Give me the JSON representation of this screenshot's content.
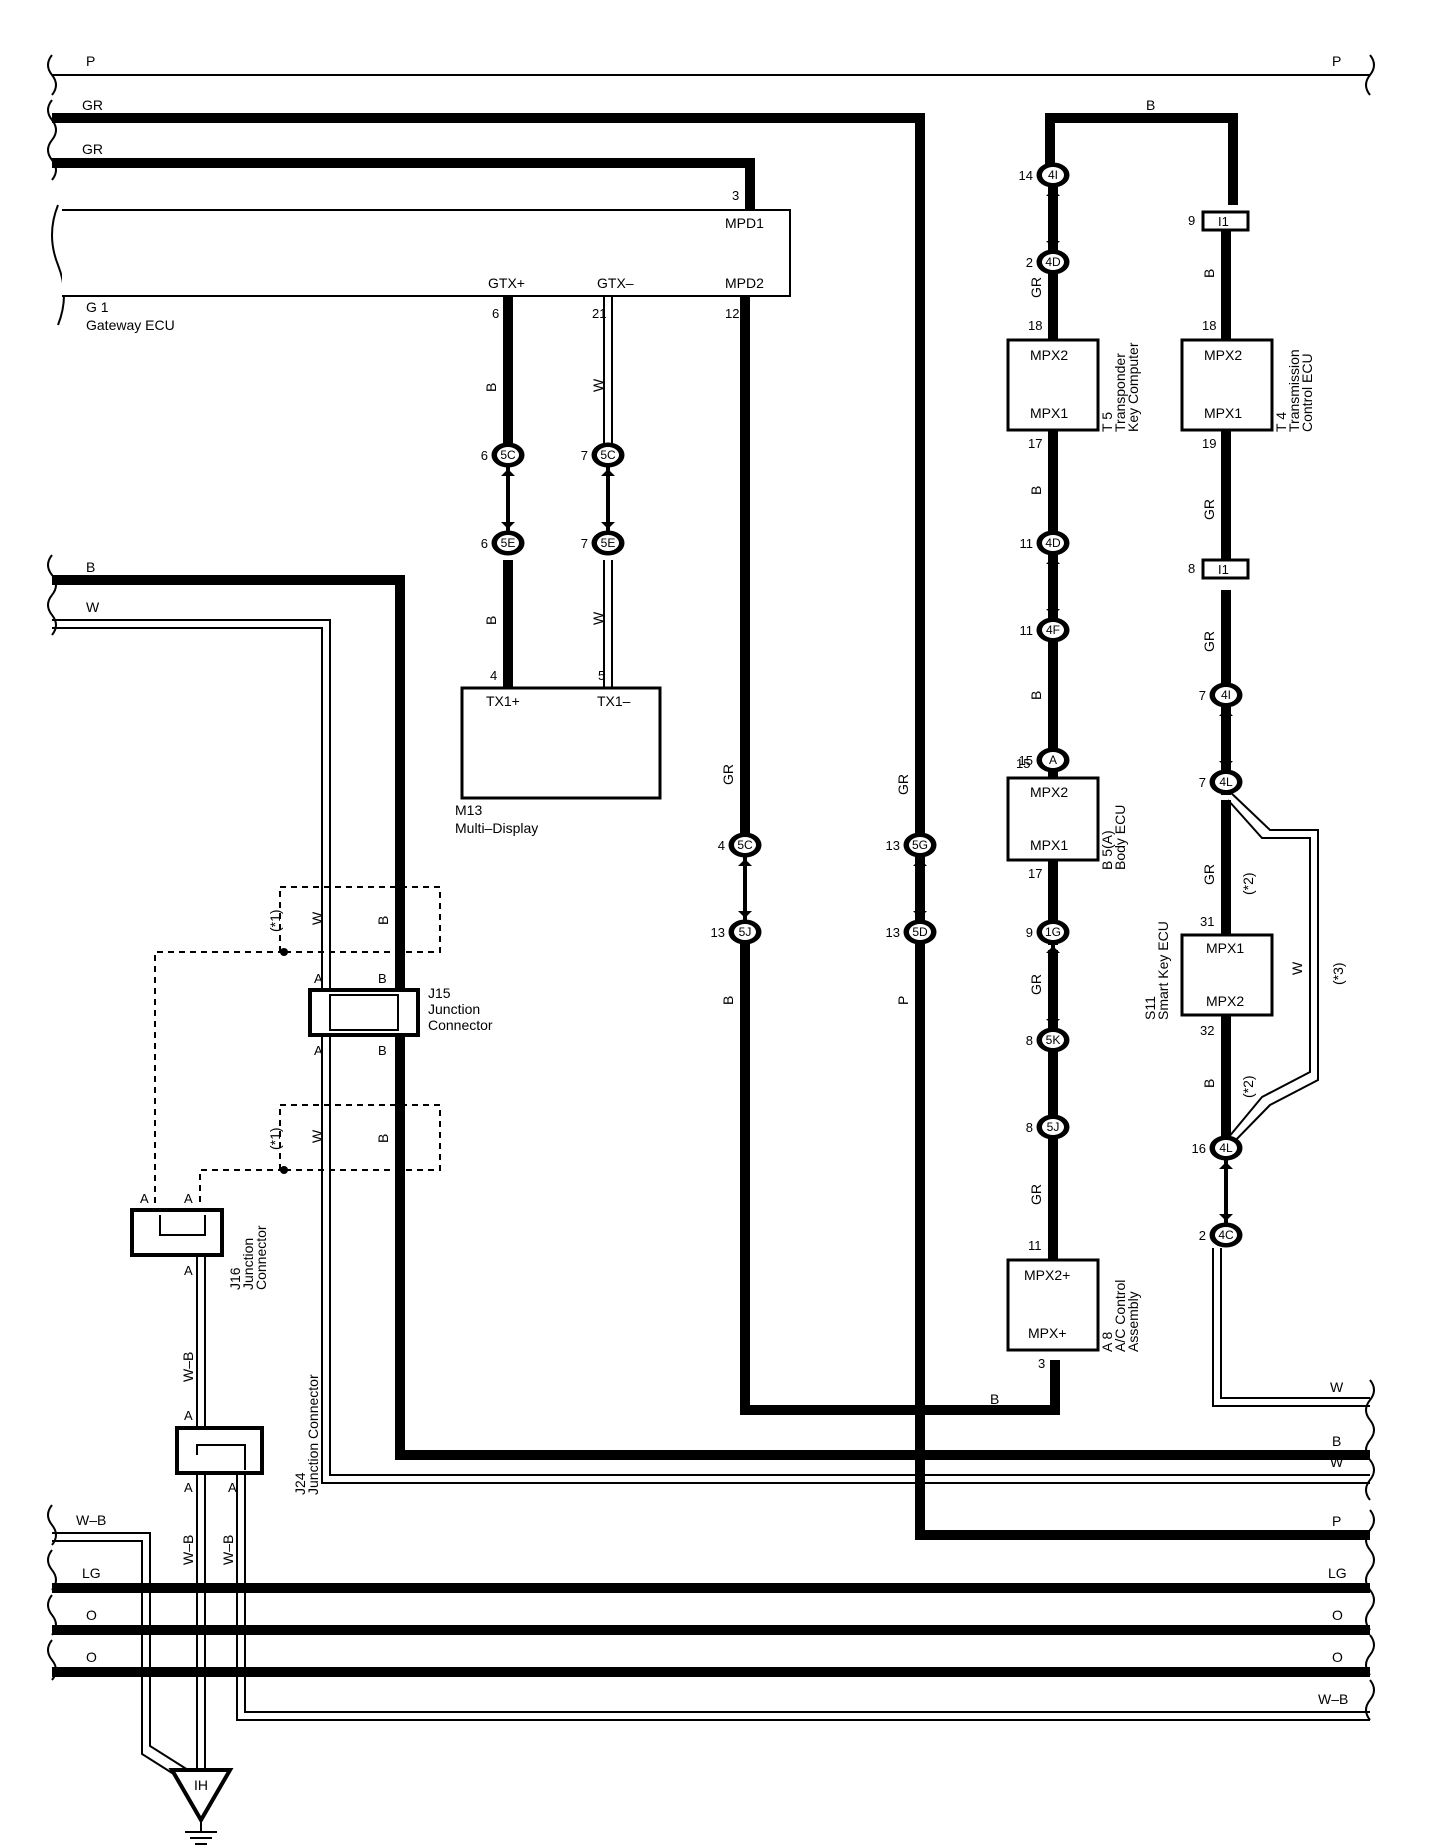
{
  "left_wires": [
    {
      "id": "p",
      "color": "P"
    },
    {
      "id": "gr1",
      "color": "GR"
    },
    {
      "id": "gr2",
      "color": "GR"
    },
    {
      "id": "b",
      "color": "B"
    },
    {
      "id": "w",
      "color": "W"
    },
    {
      "id": "wb",
      "color": "W–B"
    },
    {
      "id": "lg",
      "color": "LG"
    },
    {
      "id": "o1",
      "color": "O"
    },
    {
      "id": "o2",
      "color": "O"
    }
  ],
  "right_wires": [
    {
      "id": "p",
      "color": "P"
    },
    {
      "id": "w",
      "color": "W"
    },
    {
      "id": "b",
      "color": "B"
    },
    {
      "id": "w2",
      "color": "W"
    },
    {
      "id": "p2",
      "color": "P"
    },
    {
      "id": "lg",
      "color": "LG"
    },
    {
      "id": "o1",
      "color": "O"
    },
    {
      "id": "o2",
      "color": "O"
    },
    {
      "id": "wb",
      "color": "W–B"
    }
  ],
  "components": {
    "gateway": {
      "code": "G 1",
      "name": "Gateway ECU",
      "pins": {
        "mpd1": "MPD1",
        "mpd2": "MPD2",
        "gtxp": "GTX+",
        "gtxm": "GTX–"
      },
      "pin_nums": {
        "mpd1": "3",
        "mpd2": "12",
        "gtxp": "6",
        "gtxm": "21"
      }
    },
    "multi_display": {
      "code": "M13",
      "name": "Multi–Display",
      "pins": {
        "tx1p": "TX1+",
        "tx1m": "TX1–"
      },
      "pin_nums": {
        "tx1p": "4",
        "tx1m": "5"
      }
    },
    "transponder": {
      "code": "T 5",
      "name1": "Transponder",
      "name2": "Key Computer",
      "pins": {
        "a": "MPX2",
        "b": "MPX1"
      },
      "pin_nums": {
        "a": "18",
        "b": "17"
      }
    },
    "transmission": {
      "code": "T 4",
      "name1": "Transmission",
      "name2": "Control ECU",
      "pins": {
        "a": "MPX2",
        "b": "MPX1"
      },
      "pin_nums": {
        "a": "18",
        "b": "19"
      }
    },
    "body_ecu": {
      "code": "B 5(A)",
      "name": "Body ECU",
      "pins": {
        "a": "MPX2",
        "b": "MPX1"
      },
      "pin_nums": {
        "a": "15",
        "b": "17"
      }
    },
    "smart_key": {
      "code": "S11",
      "name": "Smart Key ECU",
      "pins": {
        "a": "MPX1",
        "b": "MPX2"
      },
      "pin_nums": {
        "a": "31",
        "b": "32"
      }
    },
    "ac_control": {
      "code": "A 8",
      "name1": "A/C Control",
      "name2": "Assembly",
      "pins": {
        "a": "MPX2+",
        "b": "MPX+"
      },
      "pin_nums": {
        "a": "11",
        "b": "3"
      }
    },
    "j15": {
      "code": "J15",
      "name1": "Junction",
      "name2": "Connector"
    },
    "j16": {
      "code": "J16",
      "name1": "Junction",
      "name2": "Connector"
    },
    "j24": {
      "code": "J24",
      "name": "Junction Connector"
    }
  },
  "connectors": [
    {
      "id": "c5c_a",
      "label": "5C",
      "pin": "6"
    },
    {
      "id": "c5c_b",
      "label": "5C",
      "pin": "7"
    },
    {
      "id": "c5e_a",
      "label": "5E",
      "pin": "6"
    },
    {
      "id": "c5e_b",
      "label": "5E",
      "pin": "7"
    },
    {
      "id": "c5c_c",
      "label": "5C",
      "pin": "4"
    },
    {
      "id": "c5j_a",
      "label": "5J",
      "pin": "13"
    },
    {
      "id": "c5g",
      "label": "5G",
      "pin": "13"
    },
    {
      "id": "c5d",
      "label": "5D",
      "pin": "13"
    },
    {
      "id": "c4i_a",
      "label": "4I",
      "pin": "14"
    },
    {
      "id": "c4d_a",
      "label": "4D",
      "pin": "2"
    },
    {
      "id": "c4d_b",
      "label": "4D",
      "pin": "11"
    },
    {
      "id": "c4f",
      "label": "4F",
      "pin": "11"
    },
    {
      "id": "ca",
      "label": "A",
      "pin": "15"
    },
    {
      "id": "c1g",
      "label": "1G",
      "pin": "9"
    },
    {
      "id": "c5k",
      "label": "5K",
      "pin": "8"
    },
    {
      "id": "c5j_b",
      "label": "5J",
      "pin": "8"
    },
    {
      "id": "ci1_a",
      "label": "I1",
      "pin": "9"
    },
    {
      "id": "ci1_b",
      "label": "I1",
      "pin": "8"
    },
    {
      "id": "c4i_b",
      "label": "4I",
      "pin": "7"
    },
    {
      "id": "c4l_a",
      "label": "4L",
      "pin": "7"
    },
    {
      "id": "c4l_b",
      "label": "4L",
      "pin": "16"
    },
    {
      "id": "c4c",
      "label": "4C",
      "pin": "2"
    }
  ],
  "wire_labels": {
    "b": "B",
    "w": "W",
    "gr": "GR",
    "p": "P",
    "wb": "W–B"
  },
  "notes": {
    "n1": "(*1)",
    "n2": "(*2)",
    "n3": "(*3)"
  },
  "junction_pins": {
    "a": "A",
    "b": "B"
  },
  "ground": {
    "label": "IH"
  }
}
